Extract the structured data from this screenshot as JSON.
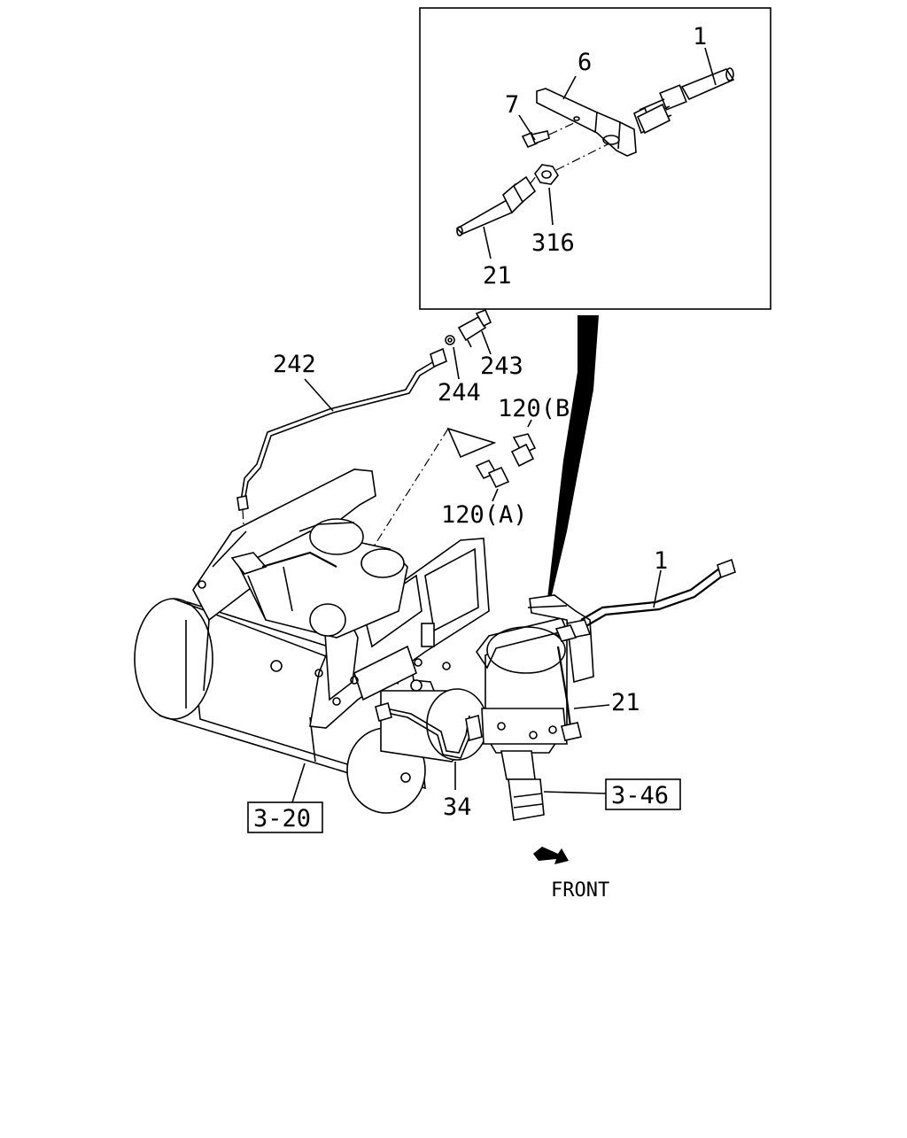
{
  "callouts": {
    "inset_1": "1",
    "inset_6": "6",
    "inset_7": "7",
    "inset_316": "316",
    "inset_21": "21",
    "p242": "242",
    "p244": "244",
    "p243": "243",
    "p120b": "120(B)",
    "p120a": "120(A)",
    "p1": "1",
    "p21": "21",
    "p34": "34"
  },
  "references": {
    "ref_320": "3-20",
    "ref_346": "3-46"
  },
  "direction": {
    "front_label": "FRONT"
  }
}
